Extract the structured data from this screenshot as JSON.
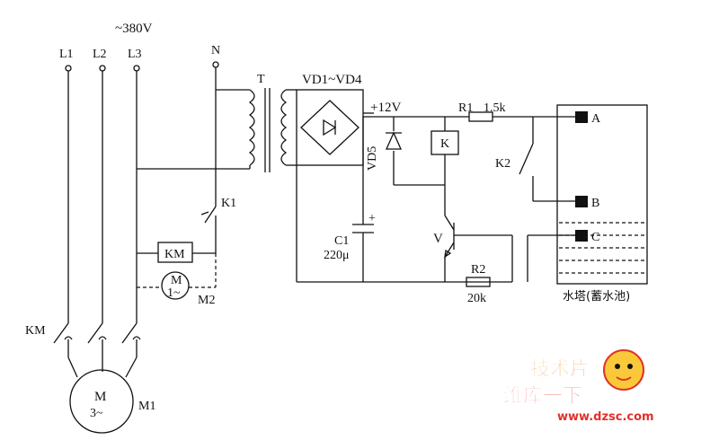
{
  "labels": {
    "voltage": "~380V",
    "l1": "L1",
    "l2": "L2",
    "l3": "L3",
    "n": "N",
    "t": "T",
    "rect": "VD1~VD4",
    "v12": "+12V",
    "r1": "R1",
    "r1_val": "1.5k",
    "vd5": "VD5",
    "k": "K",
    "k2": "K2",
    "k1": "K1",
    "km_coil": "KM",
    "km_contact": "KM",
    "m2_m": "M",
    "m2_phase": "1~",
    "m2": "M2",
    "m1_m": "M",
    "m1_phase": "3~",
    "m1": "M1",
    "c1": "C1",
    "c1_val": "220μ",
    "c1_plus": "+",
    "v": "V",
    "r2": "R2",
    "r2_val": "20k",
    "a": "A",
    "b": "B",
    "c": "C",
    "tower": "水塔(蓄水池)"
  },
  "watermark": {
    "top": "技术片",
    "bottom": "维库一下",
    "url": "www.dzsc.com"
  },
  "colors": {
    "line": "#111111",
    "watermark_orange": "#f08a1c",
    "watermark_red": "#e2312a"
  }
}
